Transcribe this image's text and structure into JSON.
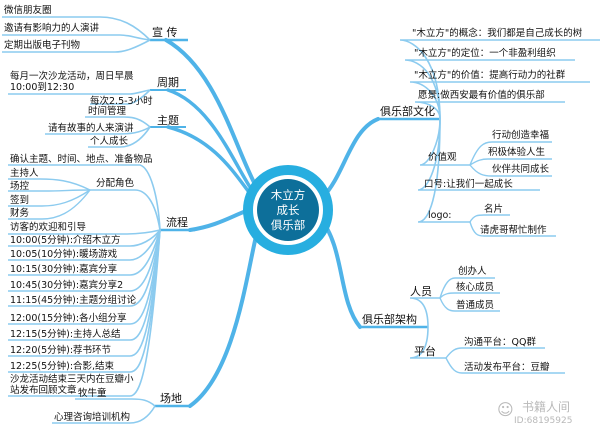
{
  "center": {
    "line1": "木立方",
    "line2": "成长",
    "line3": "俱乐部"
  },
  "promo": {
    "label": "宣 传",
    "items": [
      "微信朋友圈",
      "邀请有影响力的人演讲",
      "定期出版电子刊物"
    ]
  },
  "cycle": {
    "label": "周期",
    "items": [
      "每月一次沙龙活动，周日早晨\n10:00到12:30",
      "每次2.5-3小时"
    ]
  },
  "theme": {
    "label": "主题",
    "items": [
      "时间管理",
      "请有故事的人来演讲",
      "个人成长"
    ]
  },
  "process": {
    "label": "流程",
    "steps": [
      "确认主题、时间、地点、准备物品",
      "访客的欢迎和引导",
      "10:00(5分钟):介绍木立方",
      "10:05(10分钟):暖场游戏",
      "10:15(30分钟):嘉宾分享",
      "10:45(30分钟):嘉宾分享2",
      "11:15(45分钟):主题分组讨论",
      "12:00(15分钟):各小组分享",
      "12:15(5分钟):主持人总结",
      "12:20(5分钟):荐书环节",
      "12:25(5分钟):合影,结束",
      "沙龙活动结束三天内在豆瓣小\n站发布回顾文章"
    ],
    "roles": {
      "label": "分配角色",
      "items": [
        "主持人",
        "场控",
        "签到",
        "财务"
      ]
    }
  },
  "venue": {
    "label": "场地",
    "items": [
      "牧牛童",
      "心理咨询培训机构"
    ]
  },
  "culture": {
    "label": "俱乐部文化",
    "items": [
      "\"木立方\"的概念：我们都是自己成长的树",
      "\"木立方\"的定位：一个非盈利组织",
      "\"木立方\"的价值：提高行动力的社群",
      "愿景:做西安最有价值的俱乐部",
      "口号:让我们一起成长"
    ],
    "values": {
      "label": "价值观",
      "items": [
        "行动创造幸福",
        "积极体验人生",
        "伙伴共同成长"
      ]
    },
    "logo": {
      "label": "logo:",
      "items": [
        "名片",
        "请虎哥帮忙制作"
      ]
    }
  },
  "structure": {
    "label": "俱乐部架构",
    "people": {
      "label": "人员",
      "items": [
        "创办人",
        "核心成员",
        "普通成员"
      ]
    },
    "platform": {
      "label": "平台",
      "items": [
        "沟通平台：QQ群",
        "活动发布平台：豆瓣"
      ]
    }
  },
  "watermark": {
    "name": "书籍人间",
    "id": "ID:68195925"
  },
  "colors": {
    "branch": "#4fb3e8",
    "line": "#8ccbef",
    "center_ring": "#27aee0",
    "center_fill": "#0d6f9a"
  }
}
